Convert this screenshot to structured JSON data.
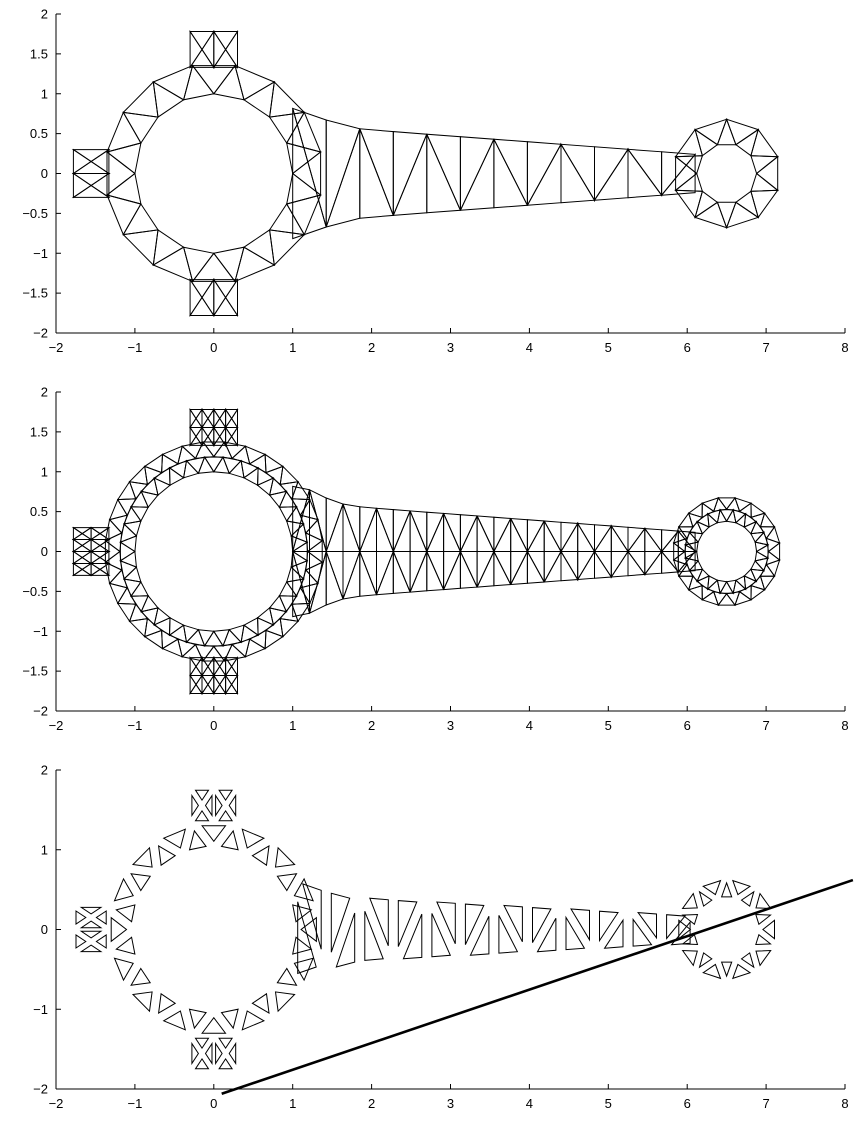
{
  "chart_data": [
    {
      "type": "diagram",
      "description": "coarse triangular finite-element mesh of a connecting rod",
      "xlim": [
        -2,
        8
      ],
      "ylim": [
        -2,
        2
      ],
      "xticks": [
        -2,
        -1,
        0,
        1,
        2,
        3,
        4,
        5,
        6,
        7,
        8
      ],
      "yticks": [
        -2,
        -1.5,
        -1,
        -0.5,
        0,
        0.5,
        1,
        1.5,
        2
      ],
      "ytick_labels": [
        "−2",
        "−1.5",
        "−1",
        "−0.5",
        "0",
        "0.5",
        "1",
        "1.5",
        "2"
      ],
      "xtick_labels": [
        "−2",
        "−1",
        "0",
        "1",
        "2",
        "3",
        "4",
        "5",
        "6",
        "7",
        "8"
      ]
    },
    {
      "type": "diagram",
      "description": "refined triangular finite-element mesh of a connecting rod",
      "xlim": [
        -2,
        8
      ],
      "ylim": [
        -2,
        2
      ],
      "xticks": [
        -2,
        -1,
        0,
        1,
        2,
        3,
        4,
        5,
        6,
        7,
        8
      ],
      "yticks": [
        -2,
        -1.5,
        -1,
        -0.5,
        0,
        0.5,
        1,
        1.5,
        2
      ],
      "ytick_labels": [
        "−2",
        "−1.5",
        "−1",
        "−0.5",
        "0",
        "0.5",
        "1",
        "1.5",
        "2"
      ],
      "xtick_labels": [
        "−2",
        "−1",
        "0",
        "1",
        "2",
        "3",
        "4",
        "5",
        "6",
        "7",
        "8"
      ]
    },
    {
      "type": "diagram",
      "description": "shrunken triangles of a partitioned mesh with a straight cutting line",
      "xlim": [
        -2,
        8
      ],
      "ylim": [
        -2,
        2
      ],
      "xticks": [
        -2,
        -1,
        0,
        1,
        2,
        3,
        4,
        5,
        6,
        7,
        8
      ],
      "yticks": [
        -2,
        -1,
        0,
        1,
        2
      ],
      "ytick_labels": [
        "−2",
        "−1",
        "0",
        "1",
        "2"
      ],
      "xtick_labels": [
        "−2",
        "−1",
        "0",
        "1",
        "2",
        "3",
        "4",
        "5",
        "6",
        "7",
        "8"
      ],
      "cut_line": {
        "x": [
          0.1,
          8.1
        ],
        "y": [
          -2.06,
          0.62
        ]
      }
    }
  ]
}
